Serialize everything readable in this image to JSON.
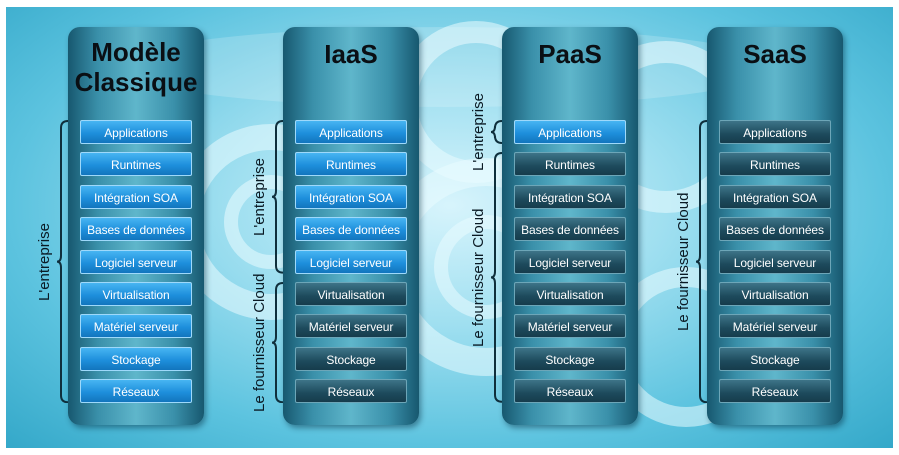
{
  "colors": {
    "client_managed": "#1e8fdc",
    "provider_managed": "#1d4a5c",
    "background": "#5cc3df"
  },
  "columns": [
    {
      "title_lines": [
        "Modèle",
        "Classique"
      ],
      "layers": [
        {
          "label": "Applications",
          "managed_by": "client"
        },
        {
          "label": "Runtimes",
          "managed_by": "client"
        },
        {
          "label": "Intégration SOA",
          "managed_by": "client"
        },
        {
          "label": "Bases de données",
          "managed_by": "client"
        },
        {
          "label": "Logiciel serveur",
          "managed_by": "client"
        },
        {
          "label": "Virtualisation",
          "managed_by": "client"
        },
        {
          "label": "Matériel serveur",
          "managed_by": "client"
        },
        {
          "label": "Stockage",
          "managed_by": "client"
        },
        {
          "label": "Réseaux",
          "managed_by": "client"
        }
      ],
      "brackets": [
        {
          "label": "L'entreprise",
          "from": 0,
          "to": 8
        }
      ]
    },
    {
      "title_lines": [
        "IaaS"
      ],
      "layers": [
        {
          "label": "Applications",
          "managed_by": "client"
        },
        {
          "label": "Runtimes",
          "managed_by": "client"
        },
        {
          "label": "Intégration SOA",
          "managed_by": "client"
        },
        {
          "label": "Bases de données",
          "managed_by": "client"
        },
        {
          "label": "Logiciel serveur",
          "managed_by": "client"
        },
        {
          "label": "Virtualisation",
          "managed_by": "provider"
        },
        {
          "label": "Matériel serveur",
          "managed_by": "provider"
        },
        {
          "label": "Stockage",
          "managed_by": "provider"
        },
        {
          "label": "Réseaux",
          "managed_by": "provider"
        }
      ],
      "brackets": [
        {
          "label": "L'entreprise",
          "from": 0,
          "to": 4
        },
        {
          "label": "Le fournisseur Cloud",
          "from": 5,
          "to": 8
        }
      ]
    },
    {
      "title_lines": [
        "PaaS"
      ],
      "layers": [
        {
          "label": "Applications",
          "managed_by": "client"
        },
        {
          "label": "Runtimes",
          "managed_by": "provider"
        },
        {
          "label": "Intégration SOA",
          "managed_by": "provider"
        },
        {
          "label": "Bases de données",
          "managed_by": "provider"
        },
        {
          "label": "Logiciel serveur",
          "managed_by": "provider"
        },
        {
          "label": "Virtualisation",
          "managed_by": "provider"
        },
        {
          "label": "Matériel serveur",
          "managed_by": "provider"
        },
        {
          "label": "Stockage",
          "managed_by": "provider"
        },
        {
          "label": "Réseaux",
          "managed_by": "provider"
        }
      ],
      "brackets": [
        {
          "label": "L'entreprise",
          "from": 0,
          "to": 0
        },
        {
          "label": "Le fournisseur Cloud",
          "from": 1,
          "to": 8
        }
      ]
    },
    {
      "title_lines": [
        "SaaS"
      ],
      "layers": [
        {
          "label": "Applications",
          "managed_by": "provider"
        },
        {
          "label": "Runtimes",
          "managed_by": "provider"
        },
        {
          "label": "Intégration SOA",
          "managed_by": "provider"
        },
        {
          "label": "Bases de données",
          "managed_by": "provider"
        },
        {
          "label": "Logiciel serveur",
          "managed_by": "provider"
        },
        {
          "label": "Virtualisation",
          "managed_by": "provider"
        },
        {
          "label": "Matériel serveur",
          "managed_by": "provider"
        },
        {
          "label": "Stockage",
          "managed_by": "provider"
        },
        {
          "label": "Réseaux",
          "managed_by": "provider"
        }
      ],
      "brackets": [
        {
          "label": "Le fournisseur Cloud",
          "from": 0,
          "to": 8
        }
      ]
    }
  ]
}
